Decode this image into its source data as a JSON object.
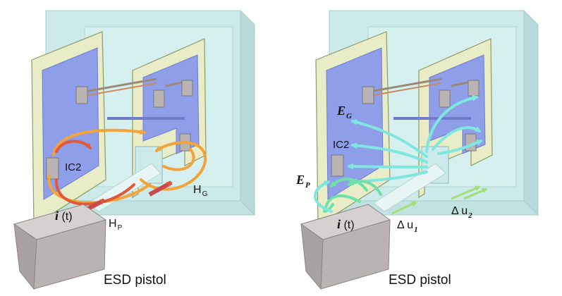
{
  "left": {
    "pistol_label": "ESD pistol",
    "ic_label": "IC2",
    "current_label": "i",
    "current_arg": " (t)",
    "hp_label": "H",
    "hp_sub": "P",
    "hg_label": "H",
    "hg_sub": "G"
  },
  "right": {
    "pistol_label": "ESD pistol",
    "ic_label": "IC2",
    "current_label": "i",
    "current_arg": " (t)",
    "eg_label": "E",
    "eg_sub": "G",
    "ep_label": "E",
    "ep_sub": "P",
    "du1_label": "Δ u",
    "du1_sub": "1",
    "du2_label": "Δ u",
    "du2_sub": "2"
  },
  "colors": {
    "enclosure": "#cdeaea",
    "board": "#e8edc8",
    "ic_blue": "#8f9ee8",
    "pistol": "#b9b3b3",
    "magnetic_orange": "#f2a33a",
    "magnetic_red": "#e2583a",
    "electric_cyan": "#7fe6e0",
    "electric_green": "#6fe0a8"
  }
}
